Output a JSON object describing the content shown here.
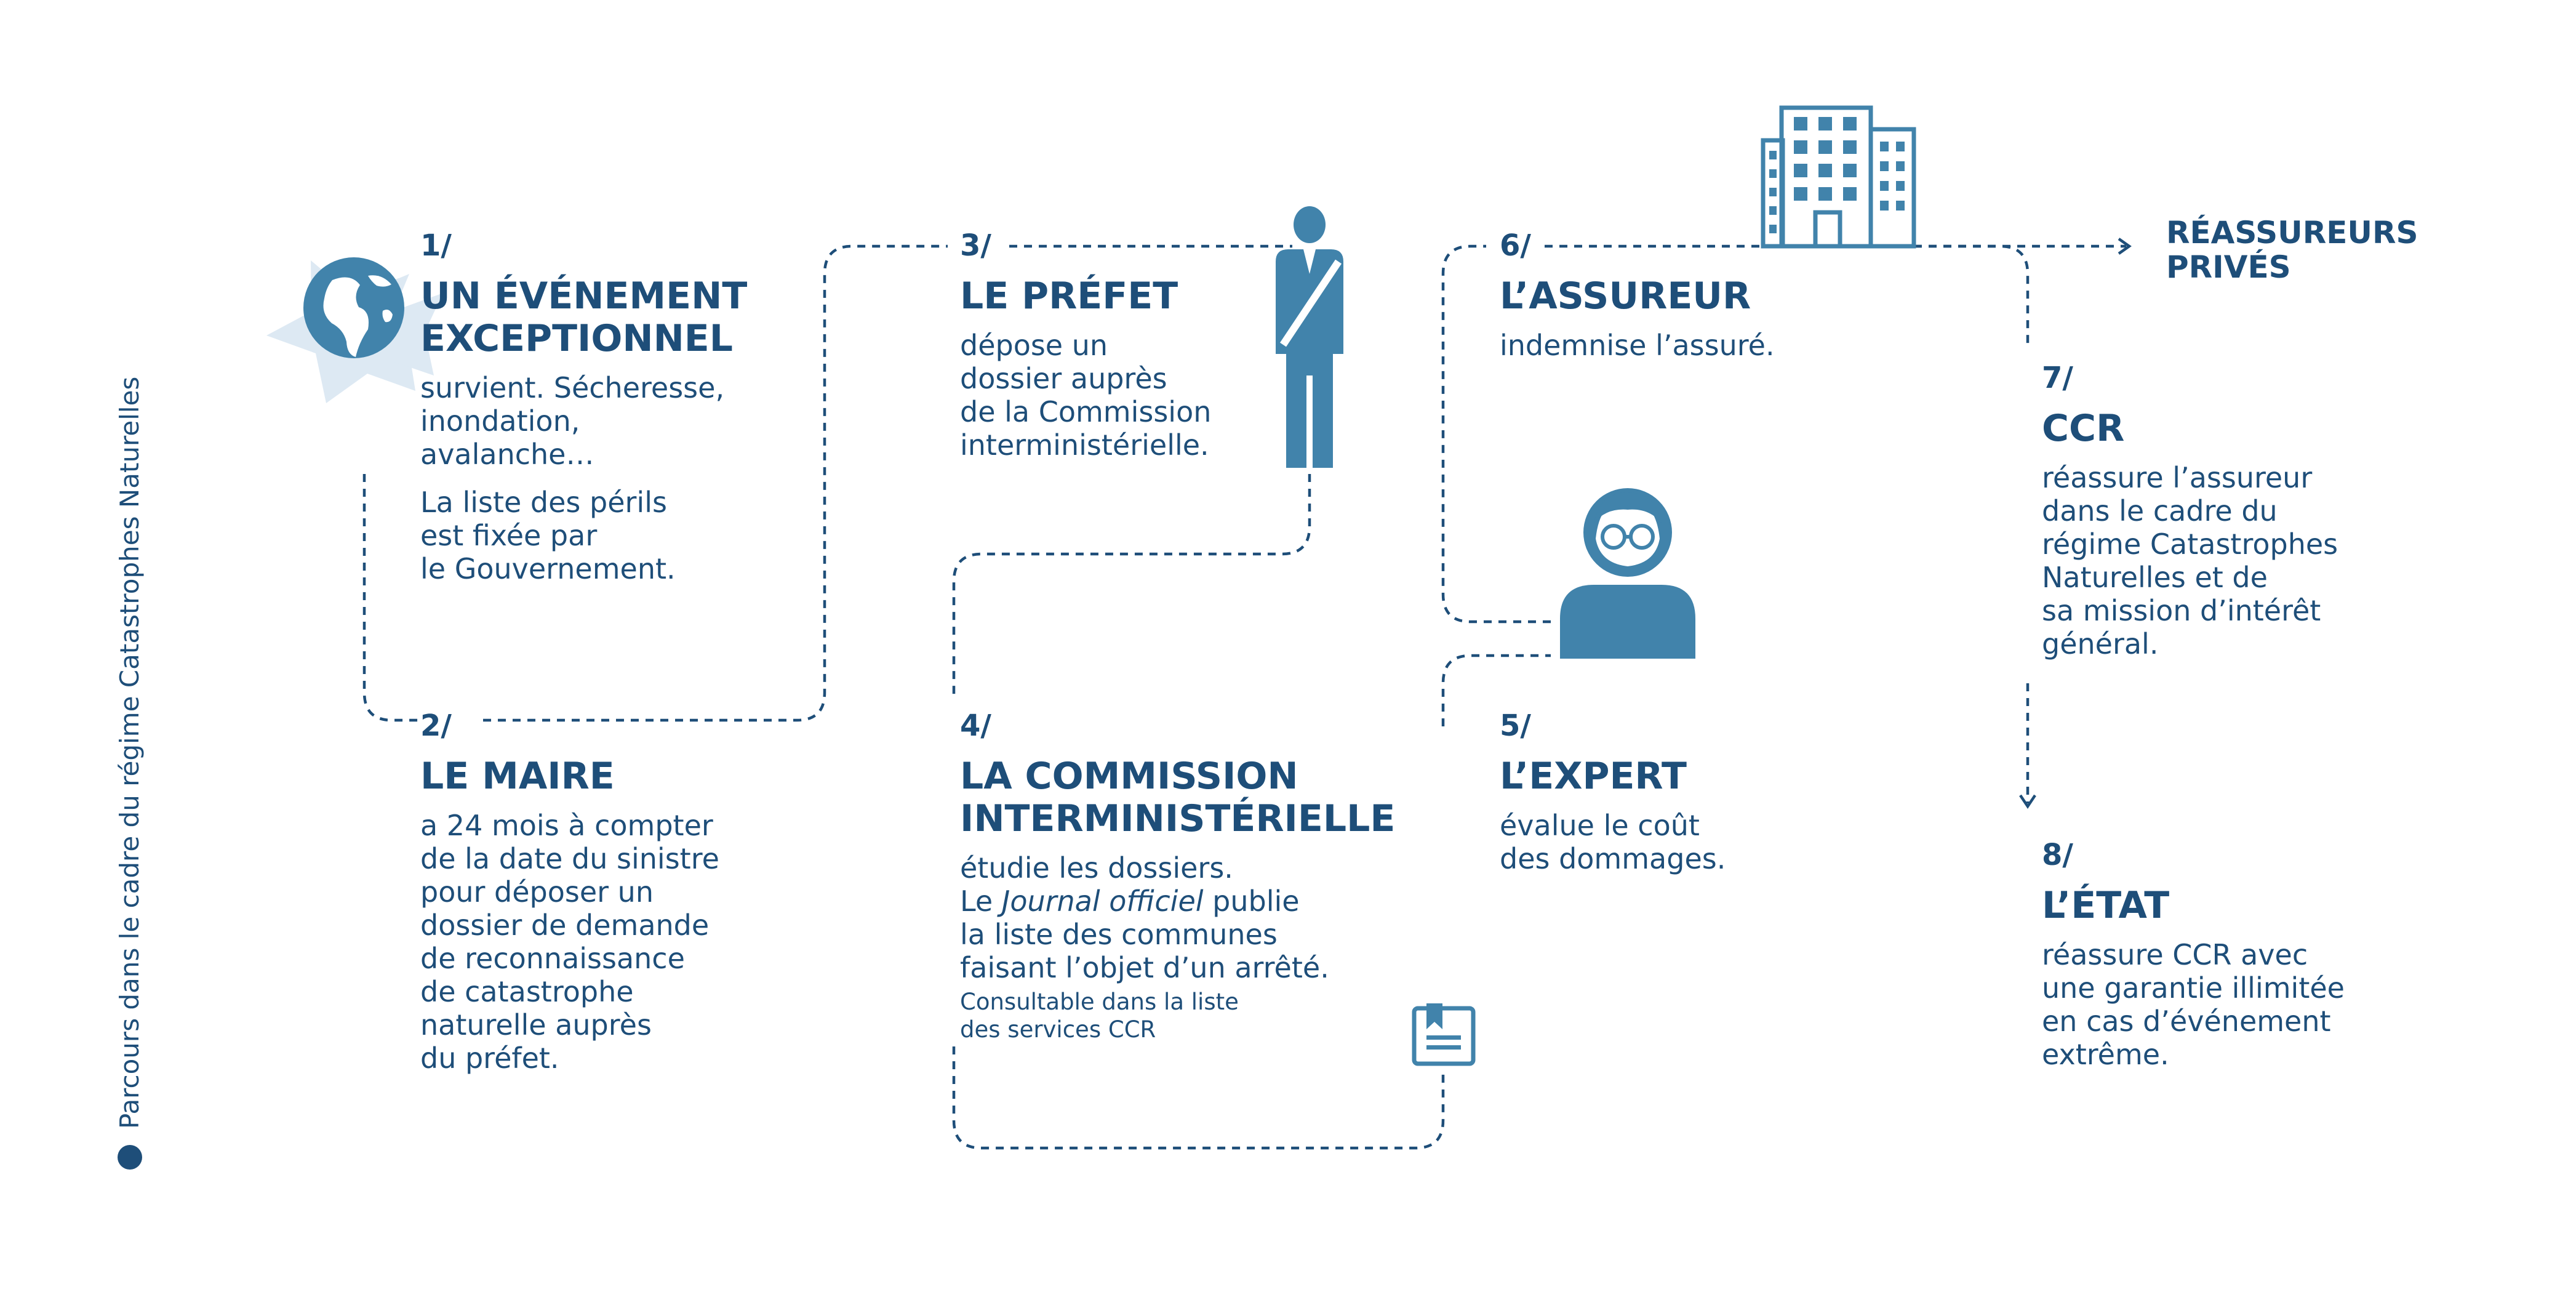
{
  "sidebar": {
    "caption": "Parcours dans le cadre du régime Catastrophes Naturelles"
  },
  "colors": {
    "primary": "#1e4e79",
    "icon": "#4183ab",
    "star": "#dde9f3"
  },
  "icons": [
    "globe-icon",
    "prefect-icon",
    "building-icon",
    "expert-icon",
    "journal-icon"
  ],
  "steps": [
    {
      "num": "1/",
      "title": "UN ÉVÉNEMENT\nEXCEPTIONNEL",
      "body": [
        "survient. Sécheresse,\ninondation,\navalanche…",
        "La liste des périls\nest fixée par\nle Gouvernement."
      ]
    },
    {
      "num": "2/",
      "title": "LE MAIRE",
      "body": [
        "a 24 mois à compter\nde la date du sinistre\npour déposer un\ndossier de demande\nde reconnaissance\nde catastrophe\nnaturelle auprès\ndu préfet."
      ]
    },
    {
      "num": "3/",
      "title": "LE PRÉFET",
      "body": [
        "dépose un\ndossier auprès\nde la Commission\ninterministérielle."
      ]
    },
    {
      "num": "4/",
      "title": "LA COMMISSION\nINTERMINISTÉRIELLE",
      "body_intro": "étudie les dossiers.\nLe ",
      "body_italic": "Journal officiel",
      "body_rest": " publie\nla liste des communes\nfaisant l’objet d’un arrêté.",
      "note": "Consultable dans la liste\ndes services CCR"
    },
    {
      "num": "5/",
      "title": "L’EXPERT",
      "body": [
        "évalue le coût\ndes dommages."
      ]
    },
    {
      "num": "6/",
      "title": "L’ASSUREUR",
      "body": [
        "indemnise l’assuré."
      ]
    },
    {
      "num": "7/",
      "title": "CCR",
      "body": [
        "réassure l’assureur\ndans le cadre du\nrégime Catastrophes\nNaturelles et de\nsa mission d’intérêt\ngénéral."
      ]
    },
    {
      "num": "8/",
      "title": "L’ÉTAT",
      "body": [
        "réassure CCR avec\nune garantie illimitée\nen cas d’événement\nextrême."
      ]
    }
  ],
  "reassureurs": {
    "label": "RÉASSUREURS\nPRIVÉS"
  }
}
